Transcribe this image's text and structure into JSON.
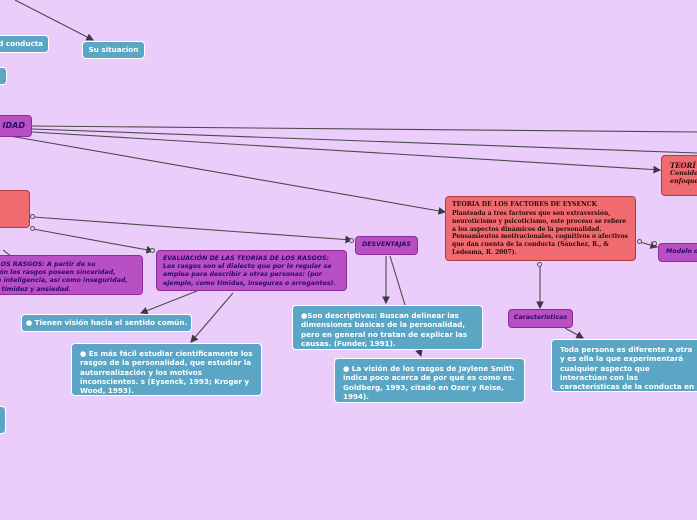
{
  "nodes": {
    "conducta": "d conducta",
    "su_situacion": "Su situacion",
    "idad": "IDAD",
    "rasgos_left": "LOS RASGOS: A partir de su\nión los rasgos poseen sinceridad,\ne inteligencia, así como inseguridad,\n, timidez y ansiedad.",
    "evaluacion": "EVALUACIÓN DE LAS TEORÍAS DE LOS RASGOS: Los rasgos son el dialecto que por lo regular se emplea para describir a otras personas: (por ejemplo, como tímidas, inseguras o arrogantes).",
    "desventajas": "DESVENTAJAS",
    "eysenck_title": "TEORIA DE LOS FACTORES DE EYSENCK",
    "eysenck_body": "Planteada a tres factores que son extraversión, neuroticismo y psicoticismo, este proceso se refiere a los aspectos dinámicos de la personalidad. Pensamientos motivacionales, cognitivos o afectivos que dan cuenta de la conducta (Sánchez, R., & Ledesma, R. 2007).",
    "teoria_right_1": "TEORÍ",
    "teoria_right_2": "Conside",
    "teoria_right_3": "enfoque",
    "modelo": "Modelo d",
    "vision_comun": "● Tienen visión hacia el sentido común.",
    "facil": "● Es más fácil estudiar científicamente los rasgos de la personalidad, que estudiar la autorrealización y los motivos inconscientes. s (Eysenck, 1993; Kroger y Wood, 1993).",
    "descriptivas": "●Son descriptivas: Buscan delinear las dimensiones básicas de la personalidad, pero en general no tratan de explicar las causas. (Funder, 1991).",
    "jaylene": "● La visión de los rasgos de Jaylene Smith indica poco acerca de por qué es como es. Goldberg, 1993, citado en Ozer y Reise, 1994).",
    "caracteristicas": "Caracteristicas",
    "persona": "Toda persona es diferente a otra y es ella la que experimentará cualquier aspecto que interactúan con las características de la conducta en una situación o contexto expuesto."
  },
  "colors": {
    "background": "#ebcdfb",
    "blue_node": "#5ba6c4",
    "purple_node": "#b94fc4",
    "red_node": "#f06b70",
    "connector": "#4a4a4a"
  }
}
